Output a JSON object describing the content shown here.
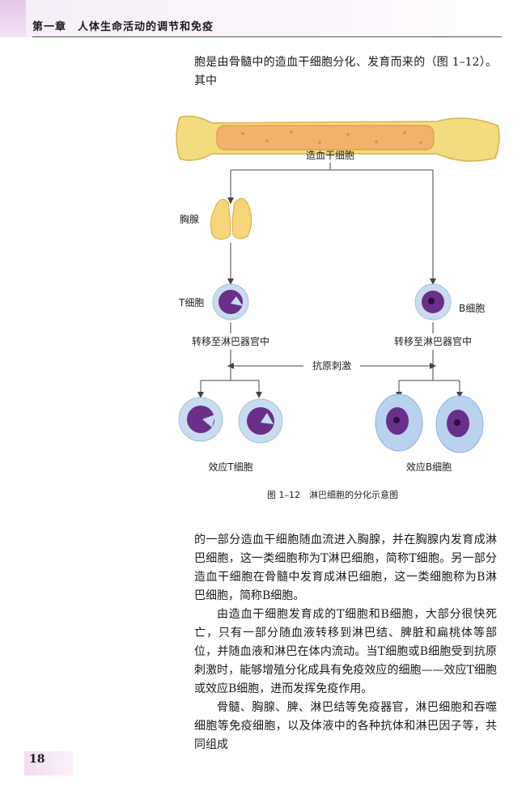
{
  "header": {
    "chapter_title": "第一章　人体生命活动的调节和免疫"
  },
  "paragraphs": {
    "top": "胞是由骨髓中的造血干细胞分化、发育而来的（图 1–12）。其中",
    "p1": "的一部分造血干细胞随血流进入胸腺，并在胸腺内发育成淋巴细胞，这一类细胞称为T淋巴细胞，简称T细胞。另一部分造血干细胞在骨髓中发育成淋巴细胞，这一类细胞称为B淋巴细胞，简称B细胞。",
    "p2": "由造血干细胞发育成的T细胞和B细胞，大部分很快死亡，只有一部分随血液转移到淋巴结、脾脏和扁桃体等部位，并随血液和淋巴在体内流动。当T细胞或B细胞受到抗原刺激时，能够增殖分化成具有免疫效应的细胞——效应T细胞或效应B细胞，进而发挥免疫作用。",
    "p3": "骨髓、胸腺、脾、淋巴结等免疫器官，淋巴细胞和吞噬细胞等免疫细胞，以及体液中的各种抗体和淋巴因子等，共同组成"
  },
  "figure": {
    "stem_cell": "造血干细胞",
    "thymus": "胸腺",
    "t_cell": "T细胞",
    "b_cell": "B细胞",
    "migrate_left": "转移至淋巴器官中",
    "migrate_right": "转移至淋巴器官中",
    "antigen": "抗原刺激",
    "effector_t": "效应T细胞",
    "effector_b": "效应B细胞",
    "caption": "图 1–12　淋巴细胞的分化示意图"
  },
  "colors": {
    "bone": "#f3dc7f",
    "marrow": "#f2b26b",
    "cell_halo": "#b9d3ee",
    "cell_body": "#5b2d7a",
    "nucleus": "#2a1040"
  },
  "page_number": "18"
}
